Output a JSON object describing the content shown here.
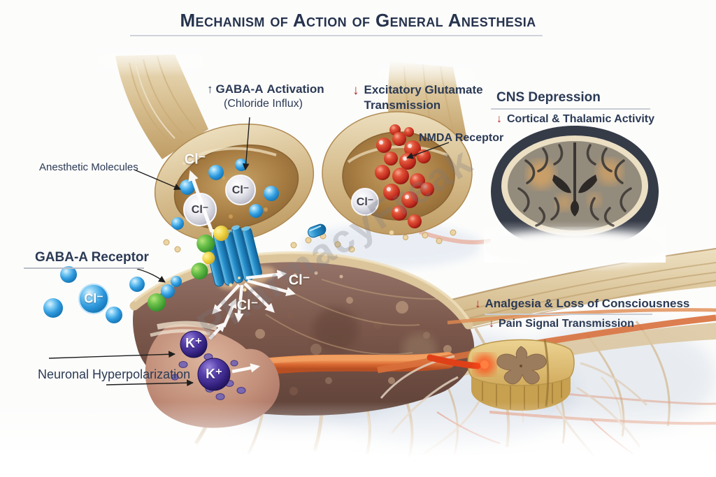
{
  "title": "Mechanism of Action of General Anesthesia",
  "watermark": "PharmacyFreak",
  "ions": {
    "chloride": "Cl⁻",
    "potassium": "K⁺"
  },
  "labels": {
    "gabaa_activation": {
      "arrow": "↑",
      "term": "GABA-A",
      "rest": "Activation",
      "sub": "(Chloride Influx)"
    },
    "glutamate": {
      "arrow": "↓",
      "line1": "Excitatory Glutamate",
      "line2": "Transmission"
    },
    "nmda": {
      "text": "NMDA Receptor"
    },
    "cns": {
      "heading": "CNS Depression",
      "arrow": "↓",
      "sub": "Cortical & Thalamic Activity"
    },
    "anesthetic": {
      "text": "Anesthetic Molecules"
    },
    "gabaa_receptor": {
      "text": "GABA-A Receptor"
    },
    "neuronal": {
      "text": "Neuronal Hyperpolarization"
    },
    "analgesia": {
      "arrow1": "↓",
      "line1": "Analgesia & Loss of Consciousness",
      "arrow2": "↓",
      "line2": "Pain Signal Transmission"
    }
  },
  "colors": {
    "heading_navy": "#26334d",
    "label_navy": "#2b3a55",
    "arrow_red": "#b2252b",
    "blue_ion": "#2f9ade",
    "red_vesicle": "#c02a1e",
    "potassium_purple": "#32207c",
    "membrane_tan": "#d6bd8e",
    "postsynaptic_brown": "#7b574b"
  }
}
